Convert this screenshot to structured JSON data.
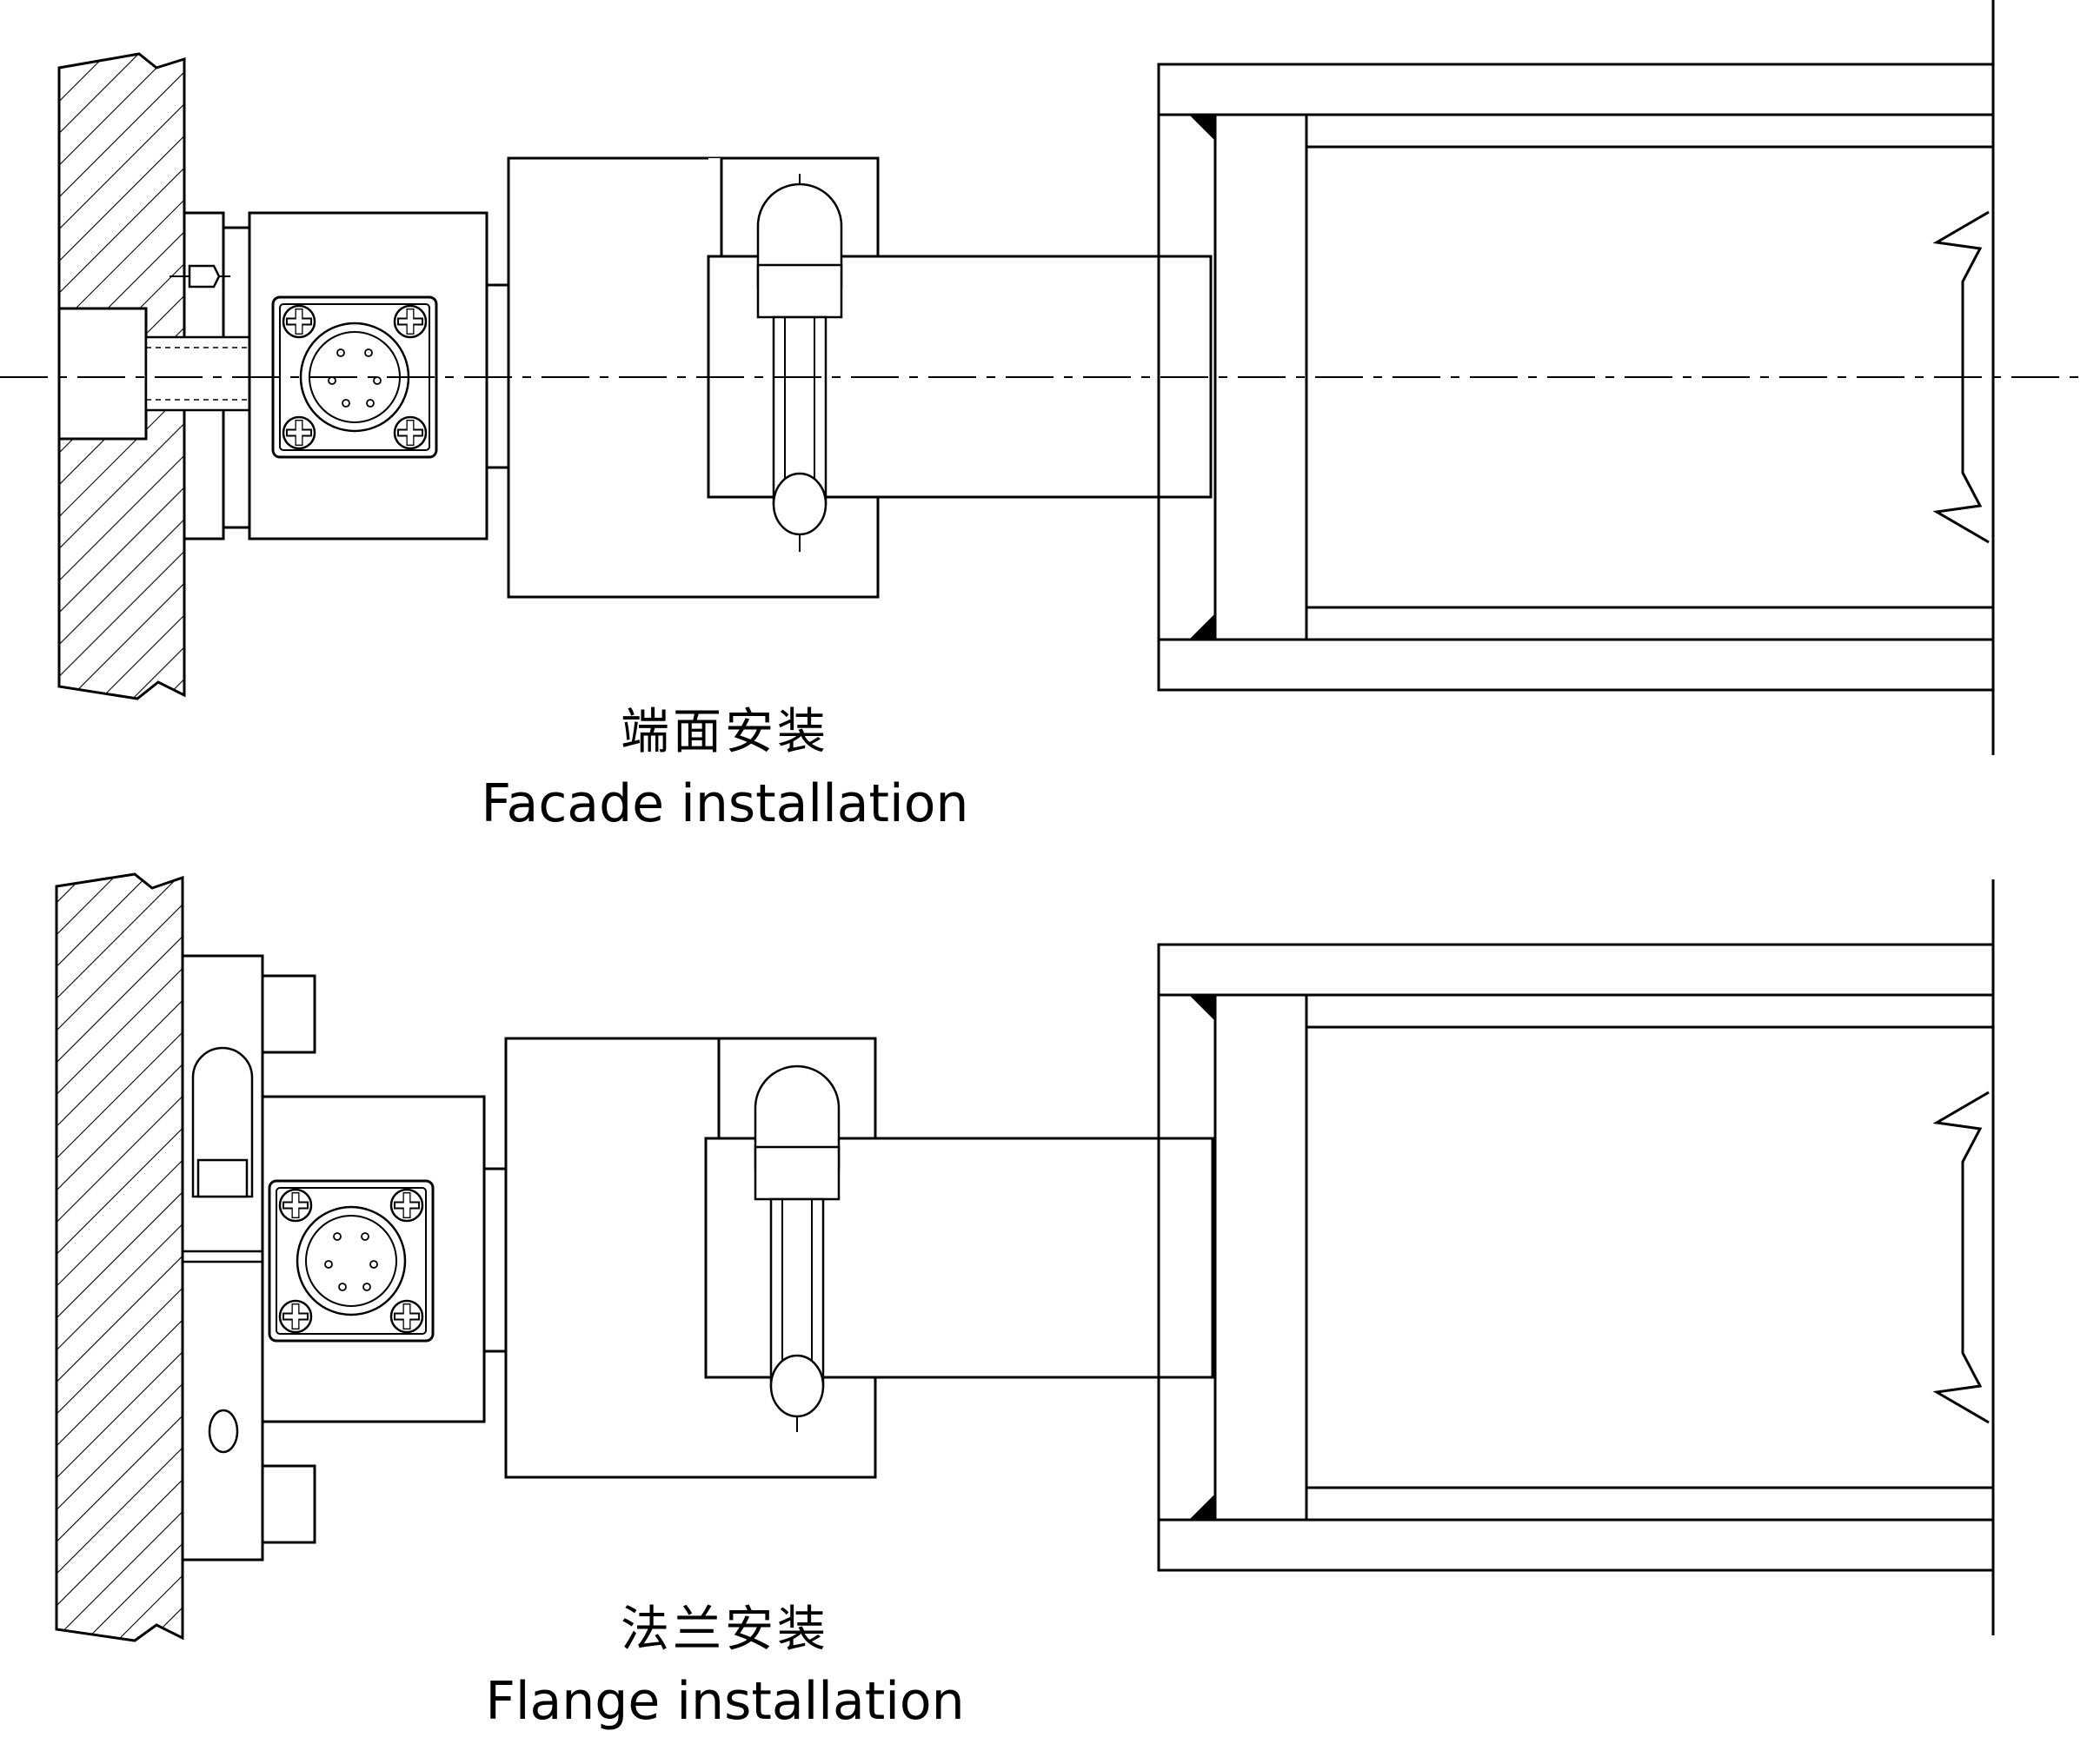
{
  "colors": {
    "ink": "#000000",
    "paper": "#ffffff"
  },
  "views": [
    {
      "id": "facade",
      "title_zh": "端面安装",
      "title_en": "Facade installation"
    },
    {
      "id": "flange",
      "title_zh": "法兰安装",
      "title_en": "Flange installation"
    }
  ]
}
